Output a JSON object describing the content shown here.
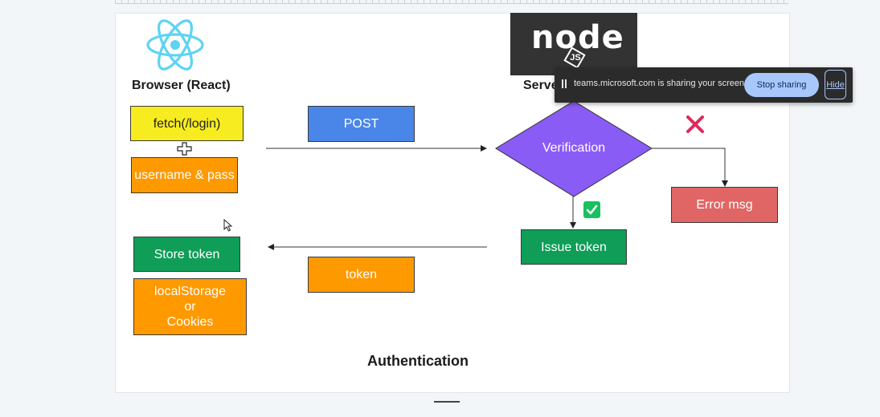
{
  "diagram": {
    "title": "Authentication",
    "client_label": "Browser (React)",
    "server_label": "Serve",
    "fetch": "fetch(/login)",
    "credentials": "username & pass",
    "post": "POST",
    "verification": "Verification",
    "error": "Error msg",
    "issue_token": "Issue token",
    "token": "token",
    "store_token": "Store token",
    "storage": [
      "localStorage",
      "or",
      "Cookies"
    ],
    "node_logo_text": "node",
    "node_logo_sub": "JS"
  },
  "share_bar": {
    "message": "teams.microsoft.com is sharing your screen.",
    "stop_label": "Stop sharing",
    "hide_label": "Hide"
  },
  "colors": {
    "yellow": "#f7ec1f",
    "orange": "#ff9900",
    "blue": "#4a86e8",
    "green": "#0f9d58",
    "purple": "#8a5cf6",
    "red": "#e06666",
    "cross": "#e3265a",
    "check": "#19c060"
  },
  "icons": [
    "react-icon",
    "nodejs-logo-icon",
    "plus-cursor-icon",
    "arrow-cursor-icon",
    "cross-icon",
    "check-icon",
    "pause-icon"
  ]
}
